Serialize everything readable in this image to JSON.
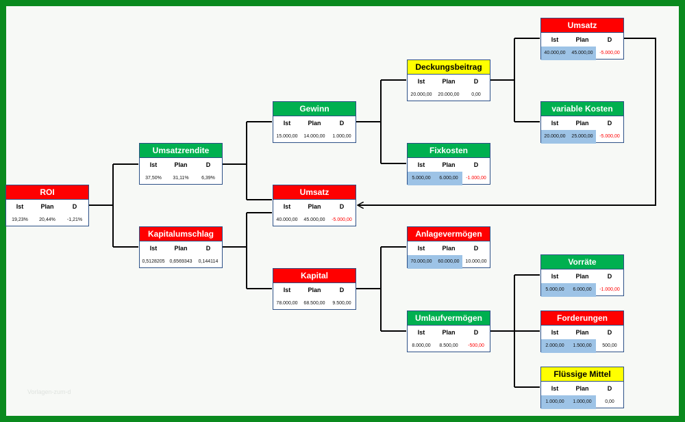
{
  "columns": {
    "ist": "Ist",
    "plan": "Plan",
    "diff": "D"
  },
  "watermark": "Vorlagen-zum-d",
  "nodes": {
    "roi": {
      "title": "ROI",
      "ist": "19,23%",
      "plan": "20,44%",
      "diff": "-1,21%",
      "color": "#ff0000"
    },
    "umsatzrendite": {
      "title": "Umsatzrendite",
      "ist": "37,50%",
      "plan": "31,11%",
      "diff": "6,39%",
      "color": "#00b050"
    },
    "kapitalumschlag": {
      "title": "Kapitalumschlag",
      "ist": "0,5128205",
      "plan": "0,6569343",
      "diff": "0,144114",
      "color": "#ff0000"
    },
    "gewinn": {
      "title": "Gewinn",
      "ist": "15.000,00",
      "plan": "14.000,00",
      "diff": "1.000,00",
      "color": "#00b050"
    },
    "umsatz_mid": {
      "title": "Umsatz",
      "ist": "40.000,00",
      "plan": "45.000,00",
      "diff": "-5.000,00",
      "color": "#ff0000"
    },
    "kapital": {
      "title": "Kapital",
      "ist": "78.000,00",
      "plan": "68.500,00",
      "diff": "9.500,00",
      "color": "#ff0000"
    },
    "deckungsbeitrag": {
      "title": "Deckungsbeitrag",
      "ist": "20.000,00",
      "plan": "20.000,00",
      "diff": "0,00",
      "color": "#ffff00"
    },
    "fixkosten": {
      "title": "Fixkosten",
      "ist": "5.000,00",
      "plan": "6.000,00",
      "diff": "-1.000,00",
      "color": "#00b050"
    },
    "anlagevermoegen": {
      "title": "Anlagevermögen",
      "ist": "70.000,00",
      "plan": "60.000,00",
      "diff": "10.000,00",
      "color": "#ff0000"
    },
    "umlaufvermoegen": {
      "title": "Umlaufvermögen",
      "ist": "8.000,00",
      "plan": "8.500,00",
      "diff": "-500,00",
      "color": "#00b050"
    },
    "umsatz_top": {
      "title": "Umsatz",
      "ist": "40.000,00",
      "plan": "45.000,00",
      "diff": "-5.000,00",
      "color": "#ff0000"
    },
    "variable_kosten": {
      "title": "variable Kosten",
      "ist": "20.000,00",
      "plan": "25.000,00",
      "diff": "-5.000,00",
      "color": "#00b050"
    },
    "vorraete": {
      "title": "Vorräte",
      "ist": "5.000,00",
      "plan": "6.000,00",
      "diff": "-1.000,00",
      "color": "#00b050"
    },
    "forderungen": {
      "title": "Forderungen",
      "ist": "2.000,00",
      "plan": "1.500,00",
      "diff": "500,00",
      "color": "#ff0000"
    },
    "fluessige_mittel": {
      "title": "Flüssige Mittel",
      "ist": "1.000,00",
      "plan": "1.000,00",
      "diff": "0,00",
      "color": "#ffff00"
    }
  }
}
